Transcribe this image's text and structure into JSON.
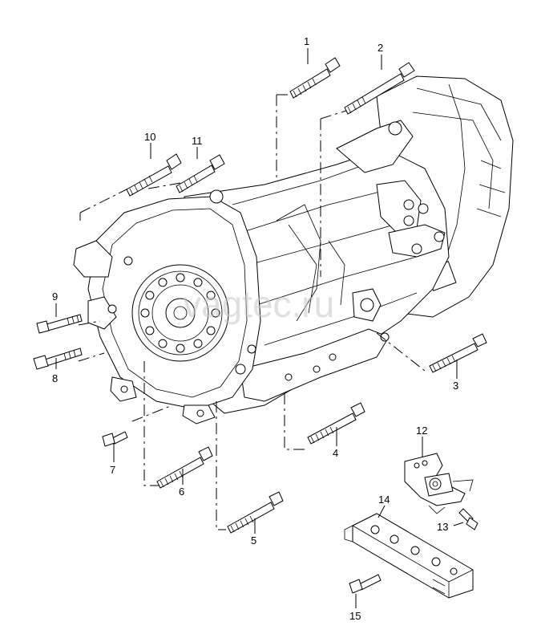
{
  "watermark": "vagtec.ru",
  "callouts": {
    "c1": "1",
    "c2": "2",
    "c3": "3",
    "c4": "4",
    "c5": "5",
    "c6": "6",
    "c7": "7",
    "c8": "8",
    "c9": "9",
    "c10": "10",
    "c11": "11",
    "c12": "12",
    "c13": "13",
    "c14": "14",
    "c15": "15"
  }
}
